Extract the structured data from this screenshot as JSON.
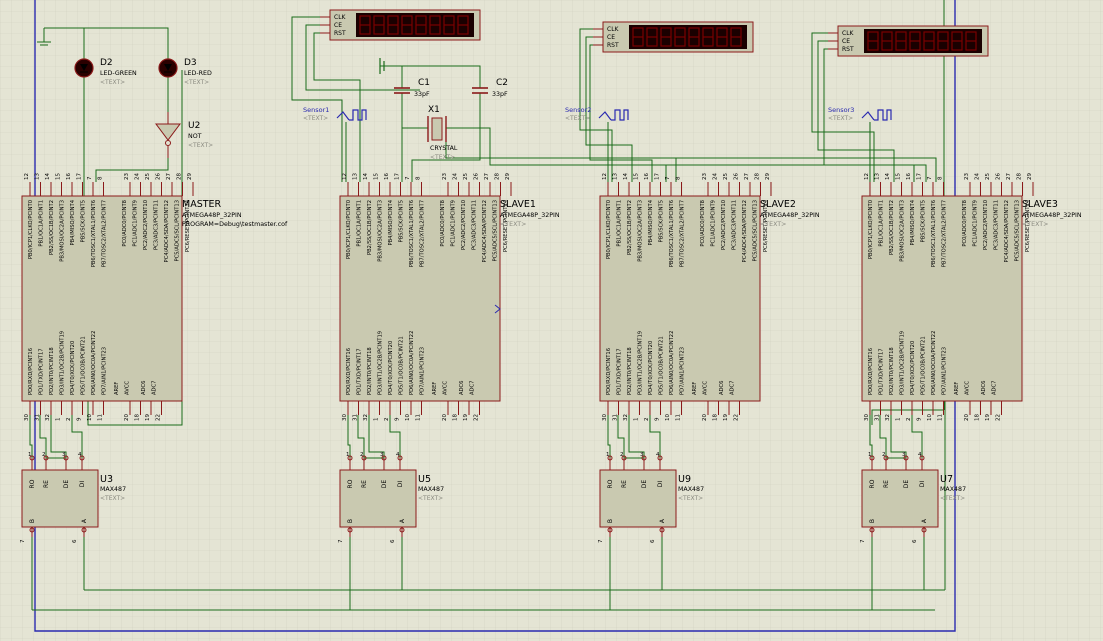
{
  "colors": {
    "background": "#e4e4d4",
    "grid": "#cfcfc0",
    "wire": "#1a6b1a",
    "bus": "#2a2ab0",
    "component_fill": "#c9c9b0",
    "component_stroke": "#8b1a1a",
    "label": "#000000",
    "hint": "#8a8a80",
    "display_digit": "#7a0000",
    "display_bg": "#1a0000",
    "led_body": "#2a0000"
  },
  "placeholder_text": "<TEXT>",
  "mcus": [
    {
      "ref": "MASTER",
      "part": "ATMEGA48P_32PIN",
      "extra": "PROGRAM=Debug\\testmaster.cof",
      "top_left_labels": [
        "PB0/ICP1/CLKO/PCINT0",
        "PB1/OC1A/PCINT1",
        "PB2/SS/OC1B/PCINT2",
        "PB3/MOSI/OC2A/PCINT3",
        "PB4/MISO/PCINT4",
        "PB5/SCK/PCINT5",
        "PB6/TOSC1/XTAL1/PCINT6",
        "PB7/TOSC2/XTAL2/PCINT7"
      ],
      "top_right_labels": [
        "PC0/ADC0/PCINT8",
        "PC1/ADC1/PCINT9",
        "PC2/ADC2/PCINT10",
        "PC3/ADC3/PCINT11",
        "PC4/ADC4/SDA/PCINT12",
        "PC5/ADC5/SCL/PCINT13",
        "PC6/RESET/PCINT14"
      ],
      "bottom_left_labels": [
        "PD0/RXD/PCINT16",
        "PD1/TXD/PCINT17",
        "PD2/INT0/PCINT18",
        "PD3/INT1/OC2B/PCINT19",
        "PD4/T0/XCK/PCINT20",
        "PD5/T1/OC0B/PCINT21",
        "PD6/AIN0/OC0A/PCINT22",
        "PD7/AIN1/PCINT23"
      ],
      "bottom_right_labels": [
        "AREF",
        "AVCC",
        "ADC6",
        "ADC7"
      ],
      "top_pins": [
        "12",
        "13",
        "14",
        "15",
        "16",
        "17",
        "7",
        "8",
        "23",
        "24",
        "25",
        "26",
        "27",
        "28",
        "29"
      ],
      "bottom_pins": [
        "30",
        "31",
        "32",
        "1",
        "2",
        "9",
        "10",
        "11",
        "20",
        "18",
        "19",
        "22"
      ]
    },
    {
      "ref": "SLAVE1",
      "part": "ATMEGA48P_32PIN",
      "extra": "<TEXT>",
      "top_left_labels": [
        "PB0/ICP1/CLKO/PCINT0",
        "PB1/OC1A/PCINT1",
        "PB2/SS/OC1B/PCINT2",
        "PB3/MOSI/OC2A/PCINT3",
        "PB4/MISO/PCINT4",
        "PB5/SCK/PCINT5",
        "PB6/TOSC1/XTAL1/PCINT6",
        "PB7/TOSC2/XTAL2/PCINT7"
      ],
      "top_right_labels": [
        "PC0/ADC0/PCINT8",
        "PC1/ADC1/PCINT9",
        "PC2/ADC2/PCINT10",
        "PC3/ADC3/PCINT11",
        "PC4/ADC4/SDA/PCINT12",
        "PC5/ADC5/SCL/PCINT13",
        "PC6/RESET/PCINT14"
      ],
      "bottom_left_labels": [
        "PD0/RXD/PCINT16",
        "PD1/TXD/PCINT17",
        "PD2/INT0/PCINT18",
        "PD3/INT1/OC2B/PCINT19",
        "PD4/T0/XCK/PCINT20",
        "PD5/T1/OC0B/PCINT21",
        "PD6/AIN0/OC0A/PCINT22",
        "PD7/AIN1/PCINT23"
      ],
      "bottom_right_labels": [
        "AREF",
        "AVCC",
        "ADC6",
        "ADC7"
      ],
      "top_pins": [
        "12",
        "13",
        "14",
        "15",
        "16",
        "17",
        "7",
        "8",
        "23",
        "24",
        "25",
        "26",
        "27",
        "28",
        "29"
      ],
      "bottom_pins": [
        "30",
        "31",
        "32",
        "1",
        "2",
        "9",
        "10",
        "11",
        "20",
        "18",
        "19",
        "22"
      ]
    },
    {
      "ref": "SLAVE2",
      "part": "ATMEGA48P_32PIN",
      "extra": "<TEXT>",
      "top_left_labels": [
        "PB0/ICP1/CLKO/PCINT0",
        "PB1/OC1A/PCINT1",
        "PB2/SS/OC1B/PCINT2",
        "PB3/MOSI/OC2A/PCINT3",
        "PB4/MISO/PCINT4",
        "PB5/SCK/PCINT5",
        "PB6/TOSC1/XTAL1/PCINT6",
        "PB7/TOSC2/XTAL2/PCINT7"
      ],
      "top_right_labels": [
        "PC0/ADC0/PCINT8",
        "PC1/ADC1/PCINT9",
        "PC2/ADC2/PCINT10",
        "PC3/ADC3/PCINT11",
        "PC4/ADC4/SDA/PCINT12",
        "PC5/ADC5/SCL/PCINT13",
        "PC6/RESET/PCINT14"
      ],
      "bottom_left_labels": [
        "PD0/RXD/PCINT16",
        "PD1/TXD/PCINT17",
        "PD2/INT0/PCINT18",
        "PD3/INT1/OC2B/PCINT19",
        "PD4/T0/XCK/PCINT20",
        "PD5/T1/OC0B/PCINT21",
        "PD6/AIN0/OC0A/PCINT22",
        "PD7/AIN1/PCINT23"
      ],
      "bottom_right_labels": [
        "AREF",
        "AVCC",
        "ADC6",
        "ADC7"
      ],
      "top_pins": [
        "12",
        "13",
        "14",
        "15",
        "16",
        "17",
        "7",
        "8",
        "23",
        "24",
        "25",
        "26",
        "27",
        "28",
        "29"
      ],
      "bottom_pins": [
        "30",
        "31",
        "32",
        "1",
        "2",
        "9",
        "10",
        "11",
        "20",
        "18",
        "19",
        "22"
      ]
    },
    {
      "ref": "SLAVE3",
      "part": "ATMEGA48P_32PIN",
      "extra": "<TEXT>",
      "top_left_labels": [
        "PB0/ICP1/CLKO/PCINT0",
        "PB1/OC1A/PCINT1",
        "PB2/SS/OC1B/PCINT2",
        "PB3/MOSI/OC2A/PCINT3",
        "PB4/MISO/PCINT4",
        "PB5/SCK/PCINT5",
        "PB6/TOSC1/XTAL1/PCINT6",
        "PB7/TOSC2/XTAL2/PCINT7"
      ],
      "top_right_labels": [
        "PC0/ADC0/PCINT8",
        "PC1/ADC1/PCINT9",
        "PC2/ADC2/PCINT10",
        "PC3/ADC3/PCINT11",
        "PC4/ADC4/SDA/PCINT12",
        "PC5/ADC5/SCL/PCINT13",
        "PC6/RESET/PCINT14"
      ],
      "bottom_left_labels": [
        "PD0/RXD/PCINT16",
        "PD1/TXD/PCINT17",
        "PD2/INT0/PCINT18",
        "PD3/INT1/OC2B/PCINT19",
        "PD4/T0/XCK/PCINT20",
        "PD5/T1/OC0B/PCINT21",
        "PD6/AIN0/OC0A/PCINT22",
        "PD7/AIN1/PCINT23"
      ],
      "bottom_right_labels": [
        "AREF",
        "AVCC",
        "ADC6",
        "ADC7"
      ],
      "top_pins": [
        "12",
        "13",
        "14",
        "15",
        "16",
        "17",
        "7",
        "8",
        "23",
        "24",
        "25",
        "26",
        "27",
        "28",
        "29"
      ],
      "bottom_pins": [
        "30",
        "31",
        "32",
        "1",
        "2",
        "9",
        "10",
        "11",
        "20",
        "18",
        "19",
        "22"
      ]
    }
  ],
  "transceivers": [
    {
      "ref": "U3",
      "part": "MAX487",
      "hint": "<TEXT>",
      "pins_top": [
        "RO",
        "RE",
        "DE",
        "DI"
      ],
      "pins_bottom": [
        "B",
        "A"
      ],
      "pin_nums_top": [
        "1",
        "2",
        "3",
        "4"
      ],
      "pin_nums_bottom": [
        "7",
        "6"
      ]
    },
    {
      "ref": "U5",
      "part": "MAX487",
      "hint": "<TEXT>",
      "pins_top": [
        "RO",
        "RE",
        "DE",
        "DI"
      ],
      "pins_bottom": [
        "B",
        "A"
      ],
      "pin_nums_top": [
        "1",
        "2",
        "3",
        "4"
      ],
      "pin_nums_bottom": [
        "7",
        "6"
      ]
    },
    {
      "ref": "U9",
      "part": "MAX487",
      "hint": "<TEXT>",
      "pins_top": [
        "RO",
        "RE",
        "DE",
        "DI"
      ],
      "pins_bottom": [
        "B",
        "A"
      ],
      "pin_nums_top": [
        "1",
        "2",
        "3",
        "4"
      ],
      "pin_nums_bottom": [
        "7",
        "6"
      ]
    },
    {
      "ref": "U7",
      "part": "MAX487",
      "hint": "<TEXT>",
      "pins_top": [
        "RO",
        "RE",
        "DE",
        "DI"
      ],
      "pins_bottom": [
        "B",
        "A"
      ],
      "pin_nums_top": [
        "1",
        "2",
        "3",
        "4"
      ],
      "pin_nums_bottom": [
        "7",
        "6"
      ]
    }
  ],
  "leds": [
    {
      "ref": "D2",
      "part": "LED-GREEN",
      "hint": "<TEXT>"
    },
    {
      "ref": "D3",
      "part": "LED-RED",
      "hint": "<TEXT>"
    }
  ],
  "gate": {
    "ref": "U2",
    "part": "NOT",
    "hint": "<TEXT>"
  },
  "crystal": {
    "ref": "X1",
    "part": "CRYSTAL",
    "hint": "<TEXT>"
  },
  "capacitors": [
    {
      "ref": "C1",
      "value": "33pF"
    },
    {
      "ref": "C2",
      "value": "33pF"
    }
  ],
  "sensors": [
    {
      "ref": "Sensor1",
      "hint": "<TEXT>"
    },
    {
      "ref": "Sensor2",
      "hint": "<TEXT>"
    },
    {
      "ref": "Sensor3",
      "hint": "<TEXT>"
    }
  ],
  "displays": [
    {
      "pins": [
        "CLK",
        "CE",
        "RST"
      ],
      "digits": 8
    },
    {
      "pins": [
        "CLK",
        "CE",
        "RST"
      ],
      "digits": 8
    },
    {
      "pins": [
        "CLK",
        "CE",
        "RST"
      ],
      "digits": 8
    }
  ]
}
